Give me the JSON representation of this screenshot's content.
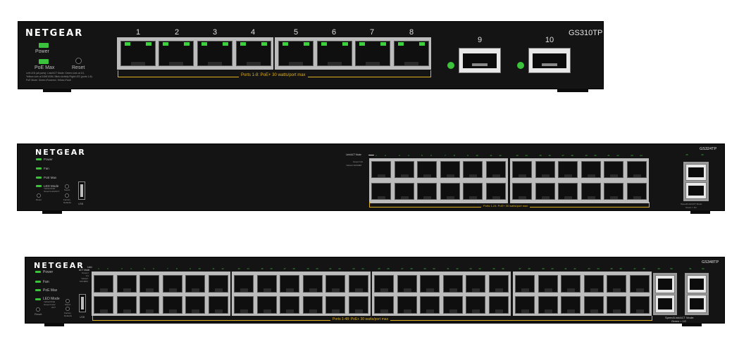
{
  "switches": [
    {
      "brand": "NETGEAR",
      "model": "GS310TP",
      "leds": [
        "Power",
        "PoE Max"
      ],
      "reset_label": "Reset",
      "legend_lines": [
        "Left LED (all ports): Link/ACT Mode:   Green=Link at 1G,",
        "Yellow=Link at 10M/100M,     Blink=Activity Right LED (ports 1-8):",
        "PoE Mode:  Green=Powered, Yellow=Fault"
      ],
      "ports": [
        "1",
        "2",
        "3",
        "4",
        "5",
        "6",
        "7",
        "8"
      ],
      "sfp_ports": [
        "9",
        "10"
      ],
      "poe_note": "Ports 1-8: PoE+ 30 watts/port max"
    },
    {
      "brand": "NETGEAR",
      "model": "GS324TP",
      "leds": [
        "Power",
        "Fan",
        "PoE Max",
        "LED Mode"
      ],
      "led_mode_sub": [
        "Yellow=PoE",
        "Green=Link/ACT"
      ],
      "reset_label": "Reset",
      "select_label": "Select",
      "factory_label": [
        "Factory",
        "Defaults"
      ],
      "usb_label": "USB",
      "linkact_label": "Link/ACT Mode",
      "legend_lines": [
        "Green=1G",
        "Yellow=10/100M"
      ],
      "ports_top": [
        "1",
        "3",
        "5",
        "7",
        "9",
        "11",
        "13",
        "15",
        "17",
        "19",
        "21",
        "23"
      ],
      "ports_bottom": [
        "2",
        "4",
        "6",
        "8",
        "10",
        "12",
        "14",
        "16",
        "18",
        "20",
        "22",
        "24"
      ],
      "sfp_ports": [
        "25",
        "26"
      ],
      "sfp_note": [
        "Speed/Link/ACT Mode:",
        "Green = 1G"
      ],
      "poe_note": "Ports 1-24: PoE+ 30 watts/port max"
    },
    {
      "brand": "NETGEAR",
      "model": "GS348TP",
      "leds": [
        "Power",
        "Fan",
        "PoE Max",
        "LED Mode"
      ],
      "led_mode_sub": [
        "Yellow=PoE",
        "Green=Link/",
        "ACT"
      ],
      "reset_label": "Reset",
      "select_label": "Select",
      "factory_label": [
        "Factory",
        "Defaults"
      ],
      "usb_label": "USB",
      "linkact_label": [
        "Link/",
        "ACT Mode",
        "Green=",
        "1G",
        "Yellow=",
        "10/100M"
      ],
      "ports_top": [
        "1",
        "3",
        "5",
        "7",
        "9",
        "11",
        "13",
        "15",
        "17",
        "19",
        "21",
        "23",
        "25",
        "27",
        "29",
        "31",
        "33",
        "35",
        "37",
        "39",
        "41",
        "43",
        "45",
        "47"
      ],
      "ports_bottom": [
        "2",
        "4",
        "6",
        "8",
        "10",
        "12",
        "14",
        "16",
        "18",
        "20",
        "22",
        "24",
        "26",
        "28",
        "30",
        "32",
        "34",
        "36",
        "38",
        "40",
        "42",
        "44",
        "46",
        "48"
      ],
      "sfp_ports": [
        "49",
        "50",
        "51",
        "52"
      ],
      "sfp_note": [
        "Speed/Link/ACT Mode:",
        "Green = 1G"
      ],
      "poe_note": "Ports 1-48: PoE+ 30 watts/port max"
    }
  ],
  "colors": {
    "body": "#141414",
    "led_green": "#3bc43b",
    "poe_bracket": "#e0b020",
    "port_bay": "#bcbcbc"
  }
}
